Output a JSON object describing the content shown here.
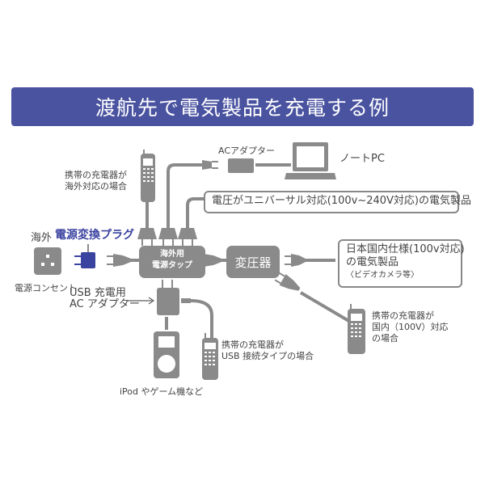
{
  "title": "渡航先で電気製品を充電する例",
  "labels": {
    "mobile_overseas": [
      "携帯の充電器が",
      "海外対応の場合"
    ],
    "ac_adapter": "ACアダプター",
    "notebook_pc": "ノートPC",
    "universal_box": "電圧がユニバーサル対応(100v~240V対応)の電気製品",
    "overseas": "海外",
    "plug_converter": "電源変換プラグ",
    "outlet": "電源コンセント",
    "power_strip": [
      "海外用",
      "電源タップ"
    ],
    "transformer": "変圧器",
    "usb_adapter": [
      "USB 充電用",
      "AC アダプター"
    ],
    "domestic_box": [
      "日本国内仕様(100v対応)",
      "の電気製品",
      "〈ビデオカメラ等〉"
    ],
    "mobile_domestic": [
      "携帯の充電器が",
      "国内（100V）対応",
      "の場合"
    ],
    "mobile_usb": [
      "携帯の充電器が",
      "USB 接続タイプの場合"
    ],
    "ipod": "iPod やゲーム機など"
  },
  "colors": {
    "banner": "#4a53a0",
    "device_gray": "#8a8a8a",
    "accent_blue": "#3b43a0"
  }
}
